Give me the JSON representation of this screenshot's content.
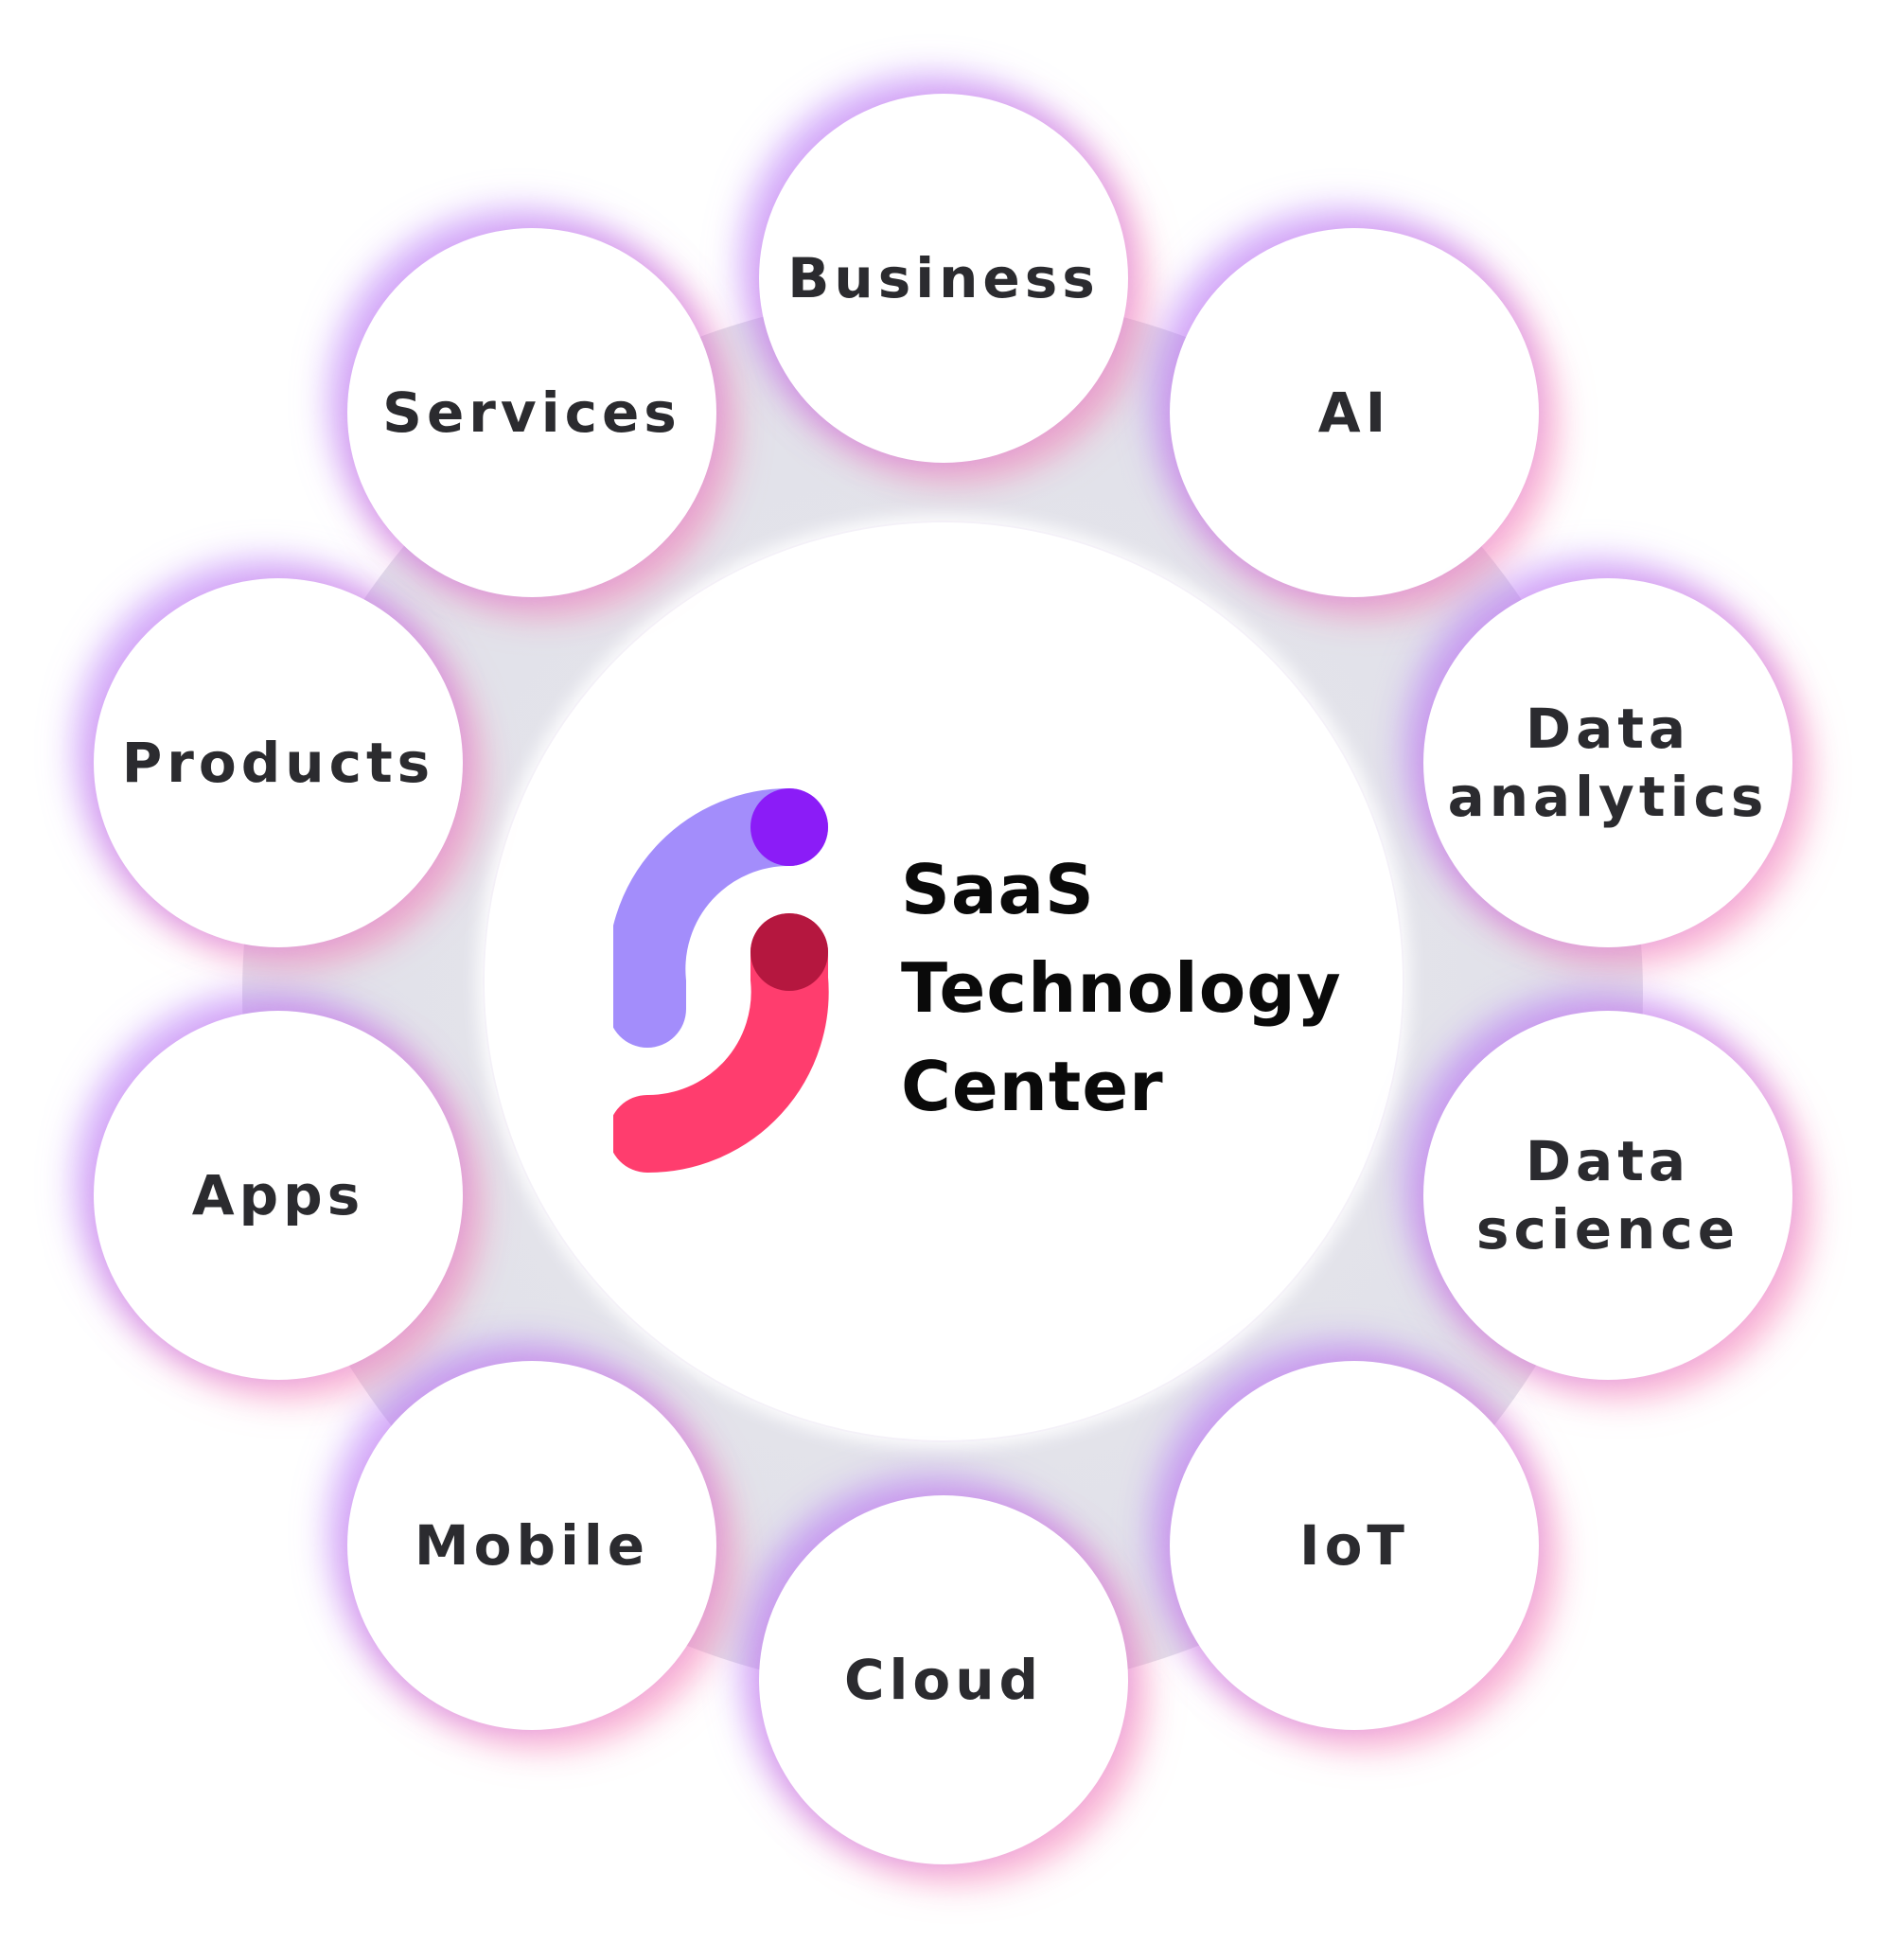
{
  "center": {
    "title_lines": [
      "SaaS",
      "Technology",
      "Center"
    ],
    "logo_colors": {
      "upper_arc": "#a38dfb",
      "upper_dot": "#8b1cf7",
      "lower_arc": "#ff3d6e",
      "lower_dot": "#b5173f"
    }
  },
  "nodes": [
    {
      "label": "Business"
    },
    {
      "label": "AI"
    },
    {
      "label": "Data\nanalytics"
    },
    {
      "label": "Data\nscience"
    },
    {
      "label": "IoT"
    },
    {
      "label": "Cloud"
    },
    {
      "label": "Mobile"
    },
    {
      "label": "Apps"
    },
    {
      "label": "Products"
    },
    {
      "label": "Services"
    }
  ]
}
